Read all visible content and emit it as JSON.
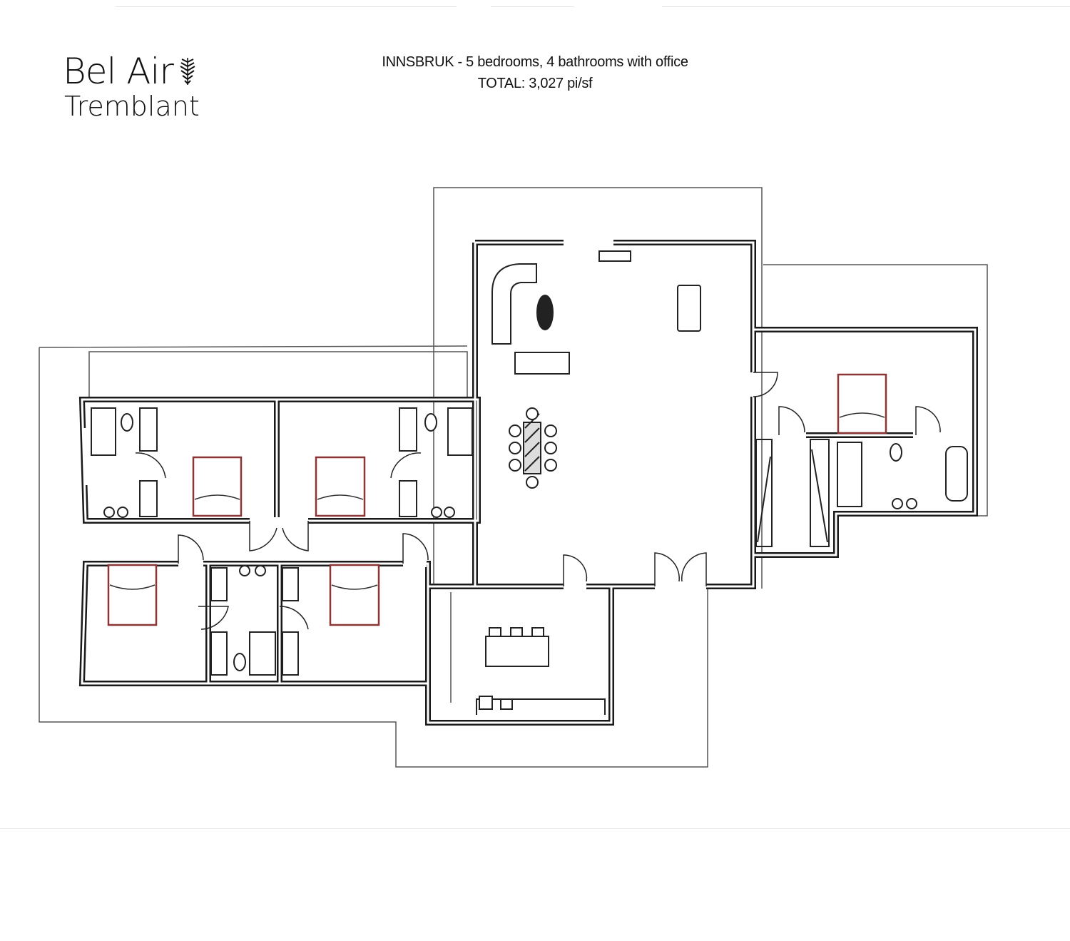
{
  "brand": {
    "line1": "Bel Air",
    "line2": "Tremblant",
    "icon": "leaf-icon"
  },
  "header": {
    "title": "INNSBRUK - 5 bedrooms, 4 bathrooms with office",
    "total": "TOTAL: 3,027 pi/sf"
  },
  "colors": {
    "wall": "#1a1a1a",
    "bed": "#8b3535",
    "outline": "#555555"
  }
}
